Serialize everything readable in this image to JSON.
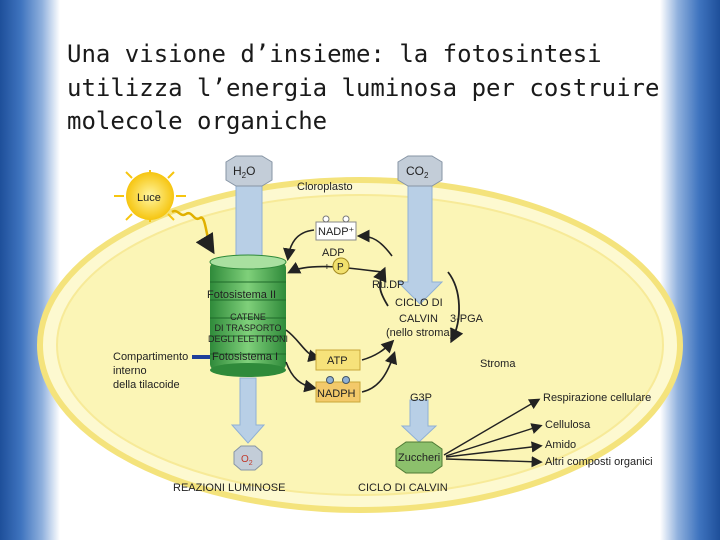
{
  "title": "Una visione d’insieme: la fotosintesi utilizza l’energia luminosa per costruire molecole organiche",
  "labels": {
    "h2o": "H",
    "h2o_sub": "2",
    "h2o_o": "O",
    "co2": "CO",
    "co2_sub": "2",
    "luce": "Luce",
    "cloroplasto": "Cloroplasto",
    "nadp_plus": "NADP⁺",
    "adp": "ADP",
    "plus": "+",
    "p": "P",
    "rudp": "Ru.DP",
    "fotosistema2": "Fotosistema II",
    "catene1": "CATENE",
    "catene2": "DI TRASPORTO",
    "catene3": "DEGLI ELETTRONI",
    "fotosistema1": "Fotosistema I",
    "ciclo1": "CICLO DI",
    "ciclo2": "CALVIN",
    "pga": "3-PGA",
    "stroma_paren": "(nello stroma)",
    "stroma": "Stroma",
    "atp": "ATP",
    "nadph": "NADPH",
    "g3p": "G3P",
    "compartimento1": "Compartimento",
    "compartimento2": "interno",
    "compartimento3": "della tilacoide",
    "o2": "O",
    "o2_sub": "2",
    "zuccheri": "Zuccheri",
    "respirazione": "Respirazione cellulare",
    "cellulosa": "Cellulosa",
    "amido": "Amido",
    "altri": "Altri composti organici",
    "reazioni_luminose": "REAZIONI LUMINOSE",
    "ciclo_calvin": "CICLO DI CALVIN"
  },
  "colors": {
    "chloroplast": "#fbf6b8",
    "chloroplast_border": "#f2e26a",
    "thylakoid": "#4caf50",
    "arrow_blue": "#b8cfe6",
    "atp_box": "#f6e27a",
    "nadph_box": "#f3c96a",
    "sun": "#f8d21c",
    "sugar": "#8cc06c"
  }
}
